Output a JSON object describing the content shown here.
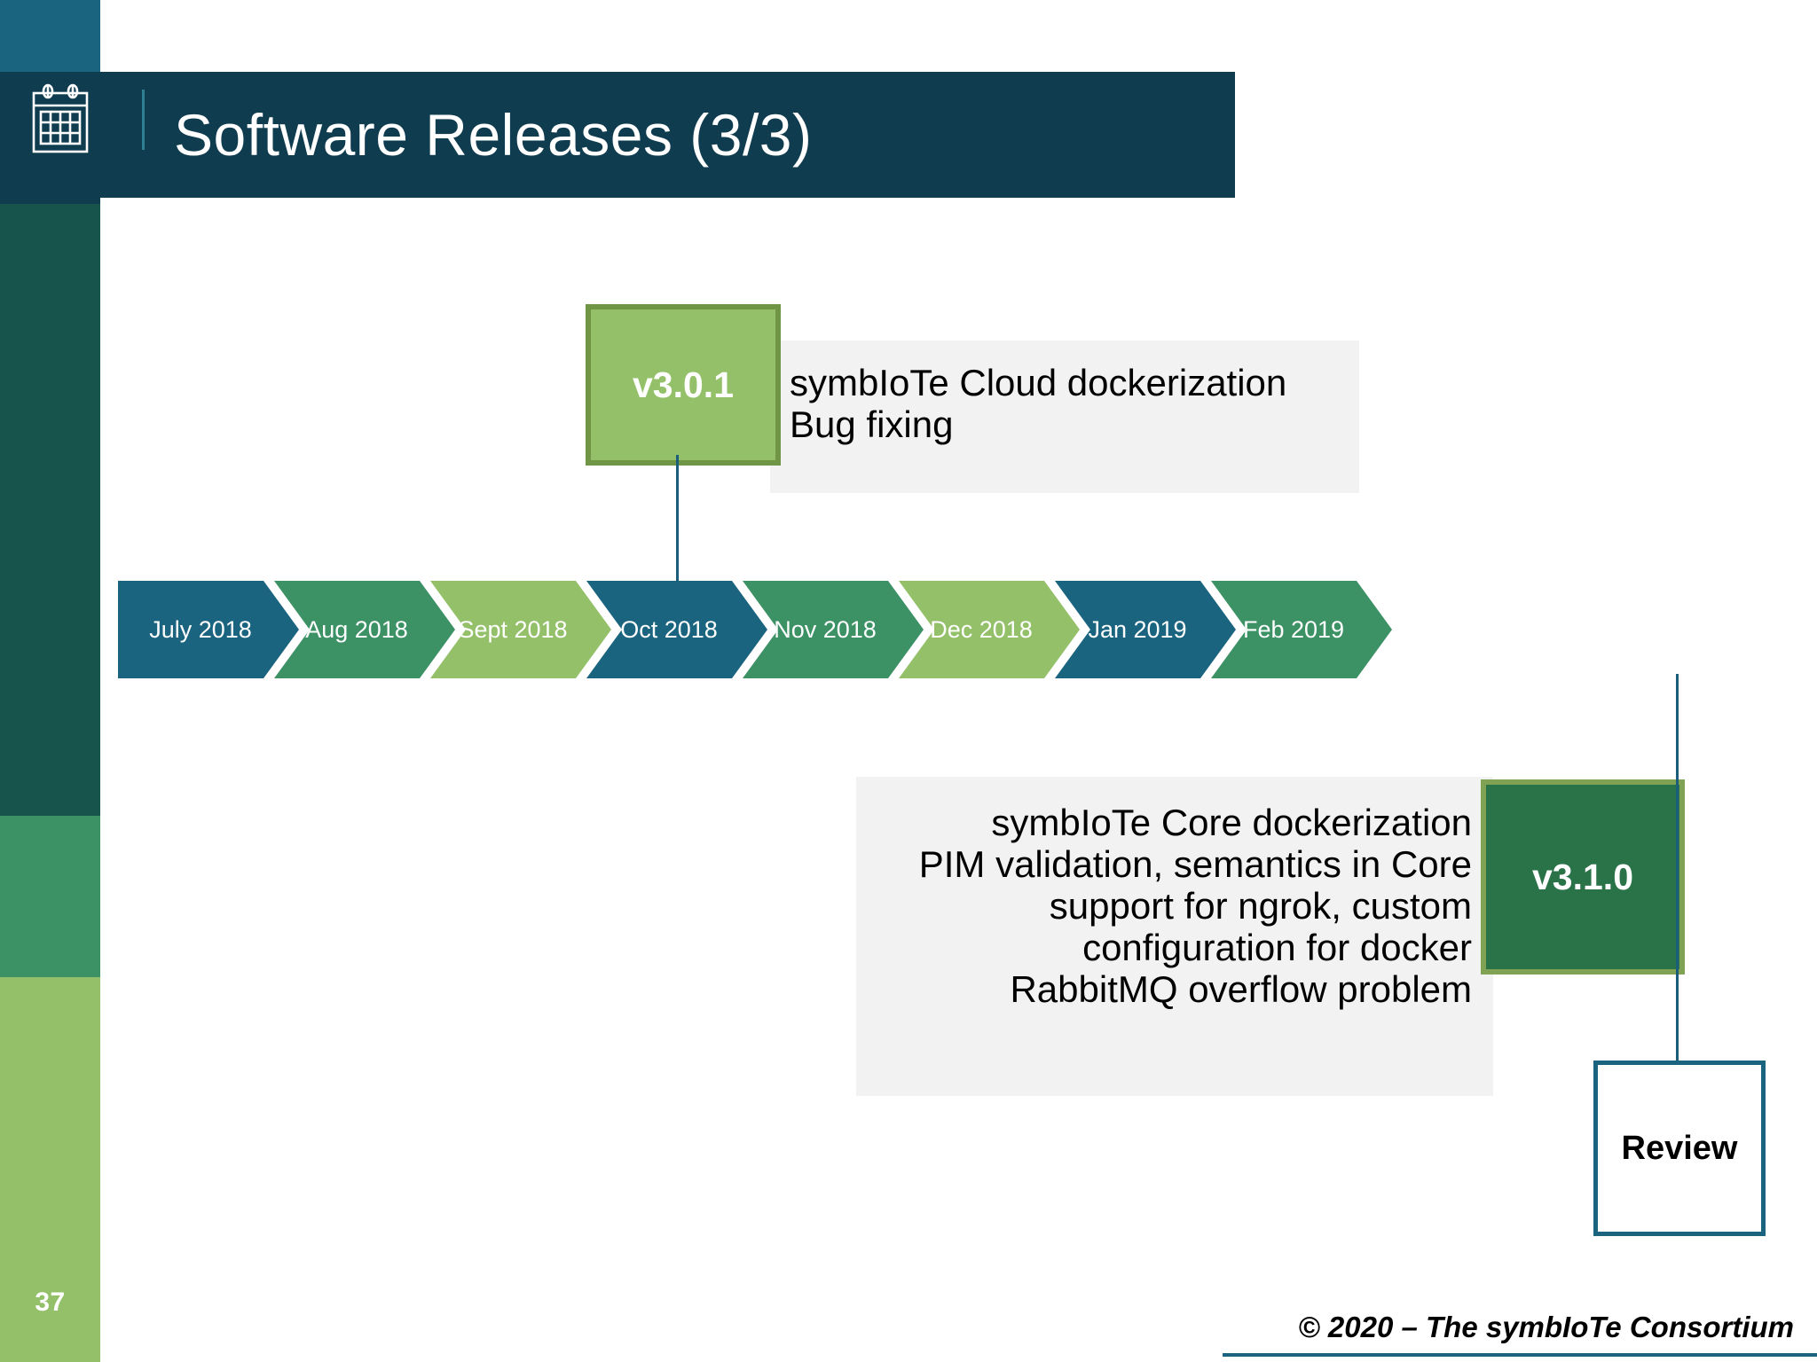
{
  "slide": {
    "title": "Software Releases (3/3)",
    "page_number": "37",
    "footer": "© 2020 – The symbIoTe Consortium",
    "header_icon": "calendar-icon"
  },
  "colors": {
    "header_bg": "#103c4f",
    "rail_teal": "#1b6480",
    "rail_dark_green": "#17544c",
    "rail_medium_green": "#3c9165",
    "rail_light_green": "#93c069",
    "chevron_blue": "#1b6480",
    "chevron_medium_green": "#3c9165",
    "chevron_light_green": "#93c069",
    "callout_bg": "#f2f2f2",
    "box_v301_fill": "#93c069",
    "box_v301_border": "#6f9545",
    "box_v310_fill": "#2a7248",
    "box_v310_border": "#7fa352",
    "connector": "#1b5e79",
    "review_border": "#1b6480"
  },
  "timeline": {
    "months": [
      {
        "label": "July 2018",
        "color": "blue"
      },
      {
        "label": "Aug 2018",
        "color": "medium-green"
      },
      {
        "label": "Sept 2018",
        "color": "light-green"
      },
      {
        "label": "Oct 2018",
        "color": "blue"
      },
      {
        "label": "Nov 2018",
        "color": "medium-green"
      },
      {
        "label": "Dec 2018",
        "color": "light-green"
      },
      {
        "label": "Jan 2019",
        "color": "blue"
      },
      {
        "label": "Feb 2019",
        "color": "medium-green"
      }
    ]
  },
  "releases": [
    {
      "version": "v3.0.1",
      "anchor_month": "Sept 2018",
      "notes": [
        "symbIoTe Cloud dockerization",
        "Bug fixing"
      ]
    },
    {
      "version": "v3.1.0",
      "anchor_month": "Feb 2019",
      "notes": [
        "symbIoTe Core dockerization",
        "PIM validation, semantics in Core",
        "support for ngrok, custom",
        "configuration for docker",
        "RabbitMQ overflow problem"
      ]
    }
  ],
  "milestone": {
    "label": "Review",
    "anchor_month": "Feb 2019"
  }
}
